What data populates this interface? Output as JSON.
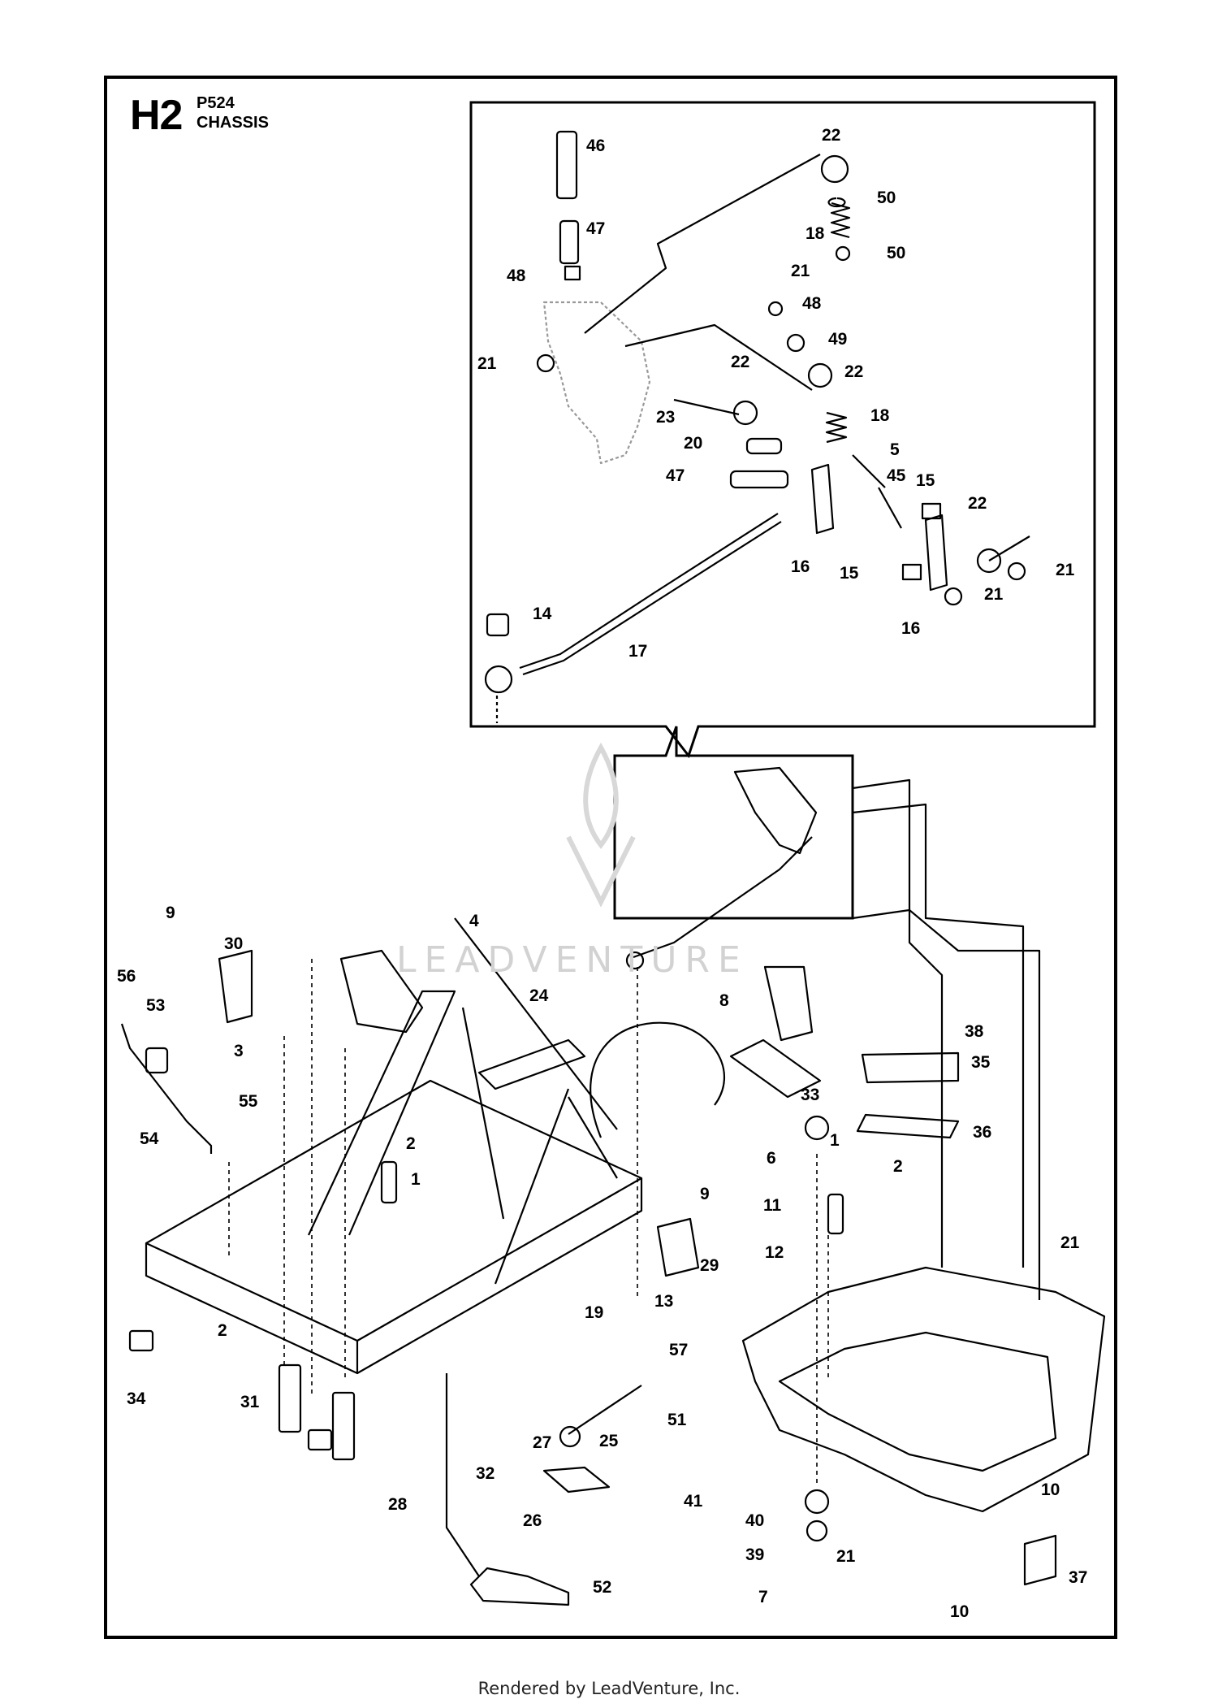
{
  "header": {
    "code": "H2",
    "model": "P524",
    "name": "CHASSIS"
  },
  "watermark": "LEADVENTURE",
  "footer": "Rendered by LeadVenture, Inc.",
  "callouts": [
    "46",
    "22",
    "50",
    "47",
    "18",
    "50",
    "21",
    "48",
    "48",
    "49",
    "21",
    "22",
    "22",
    "23",
    "18",
    "20",
    "5",
    "47",
    "45",
    "15",
    "22",
    "16",
    "15",
    "21",
    "14",
    "21",
    "16",
    "17",
    "9",
    "4",
    "30",
    "56",
    "53",
    "24",
    "8",
    "38",
    "3",
    "35",
    "55",
    "33",
    "36",
    "54",
    "2",
    "1",
    "6",
    "1",
    "2",
    "11",
    "9",
    "12",
    "29",
    "21",
    "13",
    "19",
    "57",
    "51",
    "2",
    "25",
    "27",
    "32",
    "34",
    "31",
    "41",
    "40",
    "10",
    "28",
    "26",
    "21",
    "39",
    "37",
    "52",
    "7",
    "10"
  ],
  "colors": {
    "line": "#000000",
    "ghost": "#888888",
    "watermark": "#d2d2d2"
  }
}
